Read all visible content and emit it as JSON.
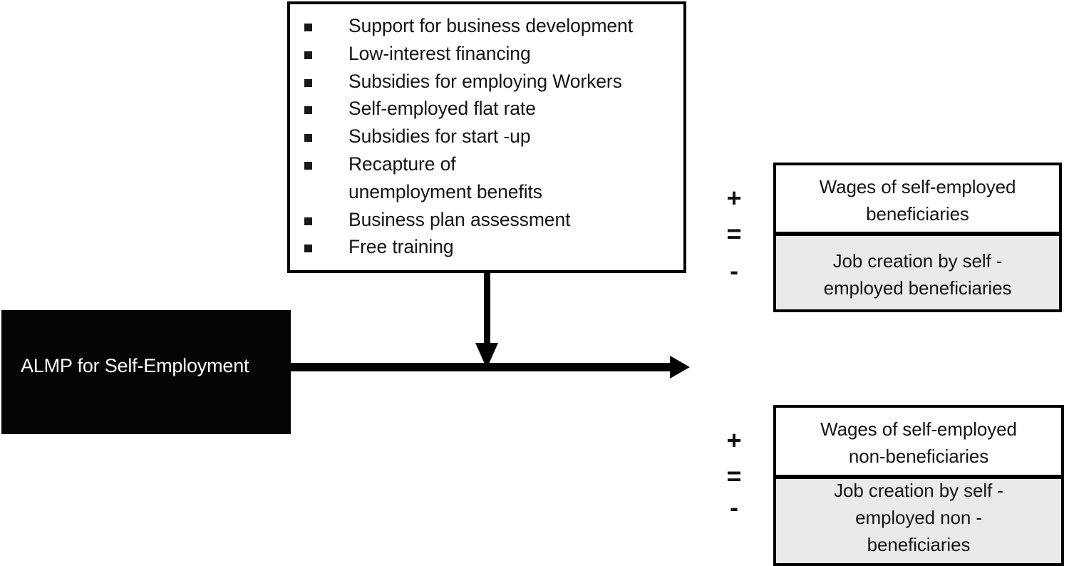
{
  "diagram": {
    "title": "ALMP for Self-Employment intervention and outcomes diagram",
    "colors": {
      "program_box_fill": "#050505",
      "program_box_text": "#ffffff",
      "box_border": "#000000",
      "shaded_box_fill": "#eaeaea",
      "page_background": "#ffffff",
      "text": "#141414"
    }
  },
  "program": {
    "label": "ALMP for Self-Employment"
  },
  "interventions": {
    "bullet_glyph": "square-bullet-icon",
    "items": [
      "Support for business development",
      "Low-interest financing",
      "Subsidies for employing Workers",
      "Self-employed flat rate",
      "Subsidies for start -up",
      "Recapture of unemployment benefits",
      "Business plan assessment",
      "Free training"
    ]
  },
  "arrows": {
    "vertical": "down-arrow-icon",
    "horizontal": "right-arrow-icon"
  },
  "outcome_groups": [
    {
      "id": "beneficiaries",
      "operators": [
        "+",
        "=",
        "-"
      ],
      "boxes": [
        {
          "id": "wages-beneficiaries",
          "lines": [
            "Wages of self-employed",
            "beneficiaries"
          ],
          "shaded": false
        },
        {
          "id": "jobcreation-beneficiaries",
          "lines": [
            "Job creation by self -",
            "employed beneficiaries"
          ],
          "shaded": true
        }
      ]
    },
    {
      "id": "non-beneficiaries",
      "operators": [
        "+",
        "=",
        "-"
      ],
      "boxes": [
        {
          "id": "wages-nonbeneficiaries",
          "lines": [
            "Wages of self-employed",
            "non-beneficiaries"
          ],
          "shaded": false
        },
        {
          "id": "jobcreation-nonbeneficiaries",
          "lines": [
            "Job creation by self -",
            "employed non -",
            "beneficiaries"
          ],
          "shaded": true
        }
      ]
    }
  ]
}
